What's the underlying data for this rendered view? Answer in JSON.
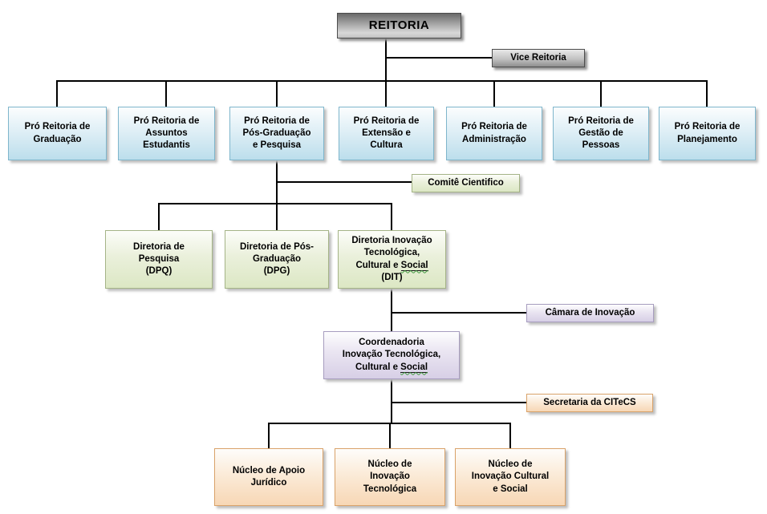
{
  "palette": {
    "connector_line": "#000000",
    "level_reitoria_fill": "#A8A8A8",
    "level_vice_fill": "#C2C2C2",
    "level_pro_reitoria_fill": "#BCDEEC",
    "level_diretoria_fill": "#DCE7C4",
    "level_coordenadoria_fill": "#D7CFE6",
    "level_nucleo_fill": "#F7D7B5"
  },
  "nodes": {
    "reitoria": {
      "label": "REITORIA"
    },
    "vice_reitoria": {
      "label": "Vice Reitoria"
    },
    "pro_graduacao": {
      "label": "Pró Reitoria de\nGraduação"
    },
    "pro_assuntos": {
      "label": "Pró Reitoria de\nAssuntos\nEstudantis"
    },
    "pro_pos_graduacao": {
      "label": "Pró Reitoria de\nPós-Graduação\ne Pesquisa"
    },
    "pro_extensao": {
      "label": "Pró Reitoria de\nExtensão e\nCultura"
    },
    "pro_administracao": {
      "label": "Pró Reitoria de\nAdministração"
    },
    "pro_gestao": {
      "label": "Pró Reitoria de\nGestão de\nPessoas"
    },
    "pro_planejamento": {
      "label": "Pró Reitoria de\nPlanejamento"
    },
    "comite_cientifico": {
      "label": "Comitê Cientifico"
    },
    "diretoria_pesquisa": {
      "label": "Diretoria de\nPesquisa\n(DPQ)"
    },
    "diretoria_pos_graduacao": {
      "label": "Diretoria de Pós-\nGraduação\n(DPG)"
    },
    "diretoria_inovacao": {
      "label_pre": "Diretoria Inovação\nTecnológica,\nCultural e ",
      "label_highlight": "Social",
      "label_post": "\n(DIT)"
    },
    "camara_inovacao": {
      "label": "Câmara de Inovação"
    },
    "coordenadoria": {
      "label_pre": "Coordenadoria\nInovação Tecnológica,\nCultural e ",
      "label_highlight": "Social"
    },
    "secretaria_citecs": {
      "label": "Secretaria da CITeCS"
    },
    "nucleo_apoio_juridico": {
      "label": "Núcleo de Apoio\nJurídico"
    },
    "nucleo_inovacao_tecnologica": {
      "label": "Núcleo de\nInovação\nTecnológica"
    },
    "nucleo_inovacao_cultural": {
      "label": "Núcleo de\nInovação Cultural\ne Social"
    }
  }
}
